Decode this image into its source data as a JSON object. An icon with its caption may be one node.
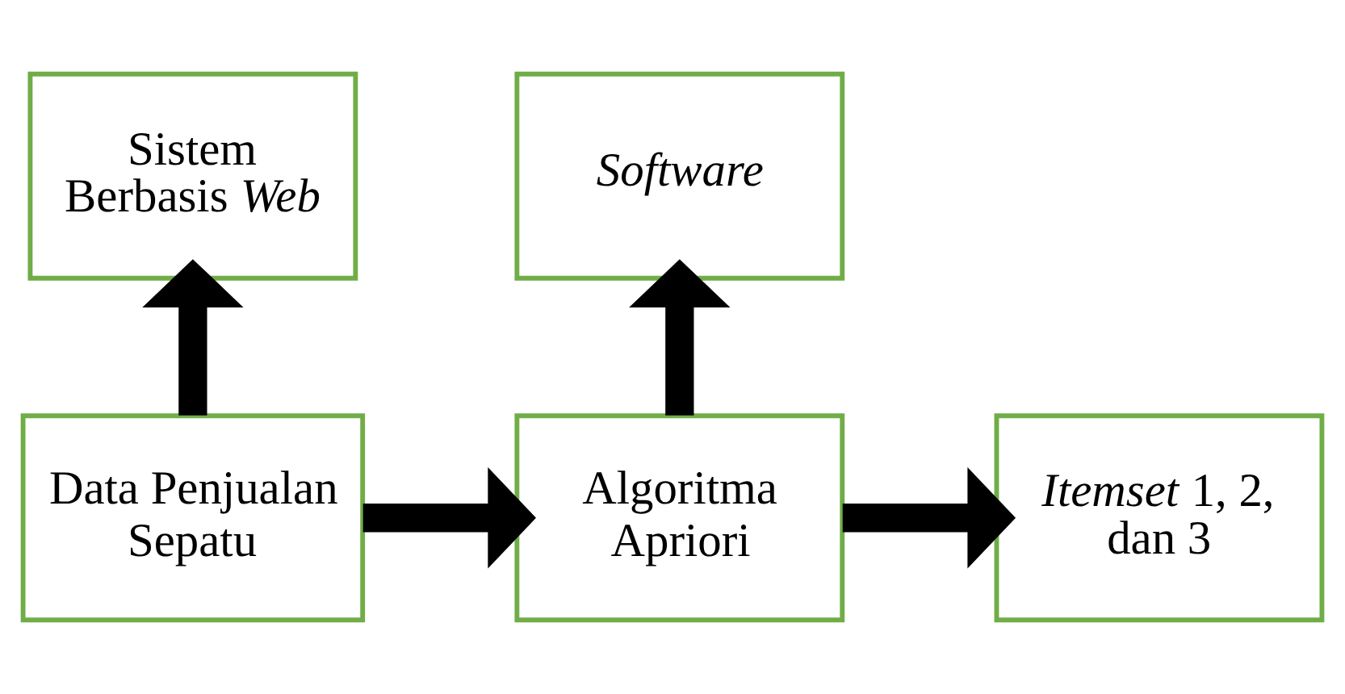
{
  "diagram": {
    "nodes": [
      {
        "text": [
          "Sistem Berbasis *Web*"
        ]
      },
      {
        "text": [
          "*Software*"
        ]
      },
      {
        "text": [
          "Data Penjualan Sepatu"
        ]
      },
      {
        "text": [
          "Algoritma Apriori"
        ]
      },
      {
        "text": [
          "*Itemset* 1, 2, dan 3"
        ]
      }
    ],
    "edges": [
      {
        "from": 2,
        "to": 0,
        "arrow": "to"
      },
      {
        "from": 2,
        "to": 3,
        "arrow": "to"
      },
      {
        "from": 3,
        "to": 1,
        "arrow": "to"
      },
      {
        "from": 3,
        "to": 4,
        "arrow": "to"
      }
    ]
  }
}
